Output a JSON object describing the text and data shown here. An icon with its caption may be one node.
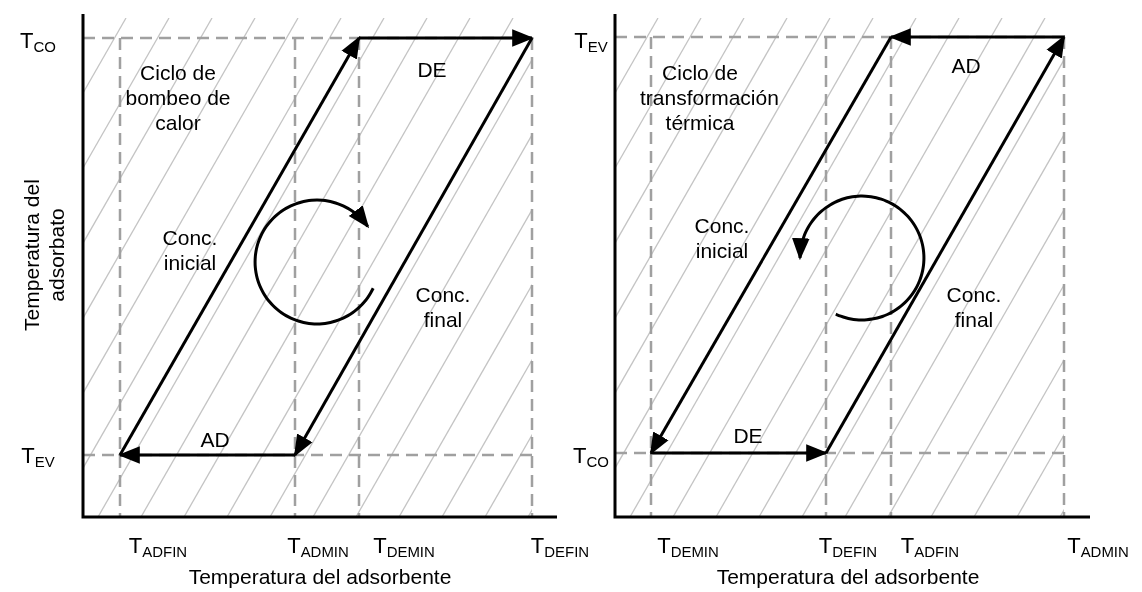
{
  "diagram": {
    "labels": [
      "T$_{CO}$",
      "Ciclo de bombeo de calor",
      "DE",
      "Temperatura del adsorbato",
      "Conc. inicial",
      "Conc. final",
      "T$_{EV}$",
      "AD",
      "T$_{ADFIN}$",
      "T$_{ADMIN}$",
      "T$_{DEMIN}$",
      "T$_{DEFIN}$",
      "Temperatura del adsorbente",
      "T$_{EV}$",
      "Ciclo de transformación térmica",
      "AD",
      "Conc. inicial",
      "Conc. final",
      "T$_{CO}$",
      "DE",
      "T$_{DEMIN}$",
      "T$_{DEFIN}$",
      "T$_{ADFIN}$",
      "T$_{ADMIN}$",
      "Temperatura del adsorbente"
    ]
  }
}
